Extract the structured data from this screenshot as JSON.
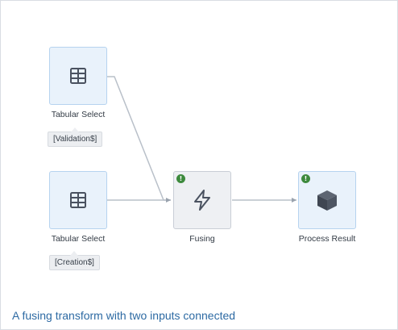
{
  "caption": "A fusing transform with two inputs connected",
  "nodes": {
    "validation_source": {
      "label": "Tabular Select",
      "tag": "[Validation$]",
      "icon": "table-grid-icon"
    },
    "creation_source": {
      "label": "Tabular Select",
      "tag": "[Creation$]",
      "icon": "table-grid-icon"
    },
    "fusing": {
      "label": "Fusing",
      "icon": "lightning-bolt-icon",
      "badge": "!"
    },
    "process_result": {
      "label": "Process Result",
      "icon": "cube-icon",
      "badge": "!"
    }
  },
  "colors": {
    "source_fill": "#e9f2fb",
    "source_border": "#b6d3ef",
    "transform_fill": "#eef0f3",
    "icon": "#4a5260",
    "badge": "#3d8a3d",
    "wire": "#b9c0c9",
    "caption": "#2d6aa3"
  }
}
